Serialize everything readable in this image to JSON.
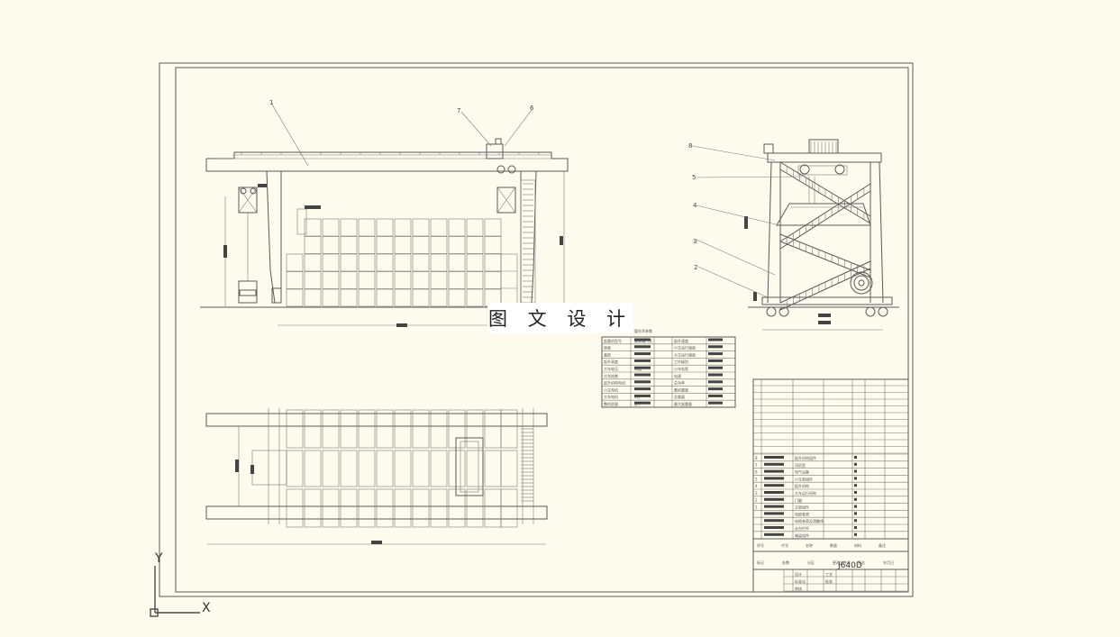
{
  "drawing": {
    "watermark_text": "图 文 设 计",
    "drawing_code": "J640D",
    "callouts": [
      "1",
      "7",
      "6",
      "8",
      "5",
      "4",
      "3",
      "2"
    ],
    "tech_table_title": "主要技术参数",
    "tech_table_rows": [
      [
        "起重机型号",
        "集装箱门式",
        "起升速度"
      ],
      [
        "跨度",
        "",
        "小车运行速度"
      ],
      [
        "基距",
        "",
        "大车运行速度"
      ],
      [
        "起升高度",
        "",
        "工作级别"
      ],
      [
        "大车轮压",
        "轨道",
        "小车轨距"
      ],
      [
        "大车轮数",
        "",
        "电源"
      ],
      [
        "起升机构电机",
        "",
        "总功率"
      ],
      [
        "小车电机",
        "",
        "整机重量"
      ],
      [
        "大车电机",
        "4台",
        "总重量"
      ],
      [
        "整机质量",
        "数十",
        "最大起重量"
      ]
    ],
    "bom_rows": [
      [
        "8",
        "",
        "起升机构组件"
      ],
      [
        "7",
        "",
        "司机室"
      ],
      [
        "6",
        "",
        "电气设备"
      ],
      [
        "5",
        "",
        "小车架组件"
      ],
      [
        "4",
        "",
        "起升机构"
      ],
      [
        "3",
        "",
        "大车运行机构"
      ],
      [
        "2",
        "",
        "门腿"
      ],
      [
        "1",
        "",
        "主梁组件"
      ],
      [
        "",
        "",
        "电缆卷筒"
      ],
      [
        "",
        "",
        "电缆卷筒及滑触线"
      ],
      [
        "",
        "",
        "走台栏杆"
      ],
      [
        "",
        "",
        "端梁组件"
      ]
    ],
    "title_block_labels": [
      "序号",
      "代号",
      "名称",
      "数量",
      "材料",
      "备注"
    ],
    "title_block_bottom": [
      "标记",
      "处数",
      "分区",
      "更改文件号",
      "签名",
      "年月日"
    ],
    "title_block_people": [
      "设计",
      "标准化",
      "审核",
      "工艺",
      "批准"
    ],
    "ucs_x_label": "X",
    "ucs_y_label": "Y"
  },
  "colors": {
    "background": "#fdfbee",
    "line": "#5a5a5a",
    "fill_dark": "#444444"
  }
}
